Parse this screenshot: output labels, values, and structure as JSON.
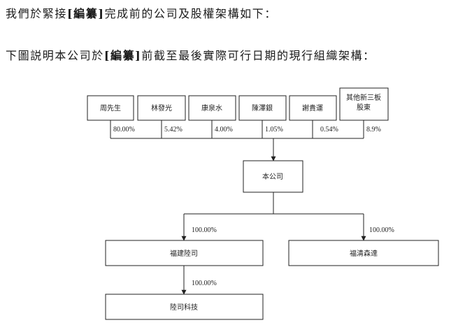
{
  "intro": {
    "p1_pre": "我們於緊接",
    "p1_bold": "[編纂]",
    "p1_post": "完成前的公司及股權架構如下：",
    "p2_pre": "下圖説明本公司於",
    "p2_bold": "[編纂]",
    "p2_post": "前截至最後實際可行日期的現行組織架構："
  },
  "shareholders": [
    {
      "name": "周先生",
      "pct": "80.00%"
    },
    {
      "name": "林發光",
      "pct": "5.42%"
    },
    {
      "name": "康泉水",
      "pct": "4.00%"
    },
    {
      "name": "陳澤銀",
      "pct": "1.05%"
    },
    {
      "name": "謝貴運",
      "pct": "0.54%"
    },
    {
      "name_line1": "其他新三板",
      "name_line2": "股東",
      "pct": "8.9%"
    }
  ],
  "company": "本公司",
  "subsidiaries": [
    {
      "name": "福建陸司",
      "pct": "100.00%"
    },
    {
      "name": "福清森達",
      "pct": "100.00%"
    }
  ],
  "sub_subsidiary": {
    "name": "陸司科技",
    "pct": "100.00%"
  },
  "colors": {
    "line": "#222222",
    "text": "#1a1a1a"
  }
}
